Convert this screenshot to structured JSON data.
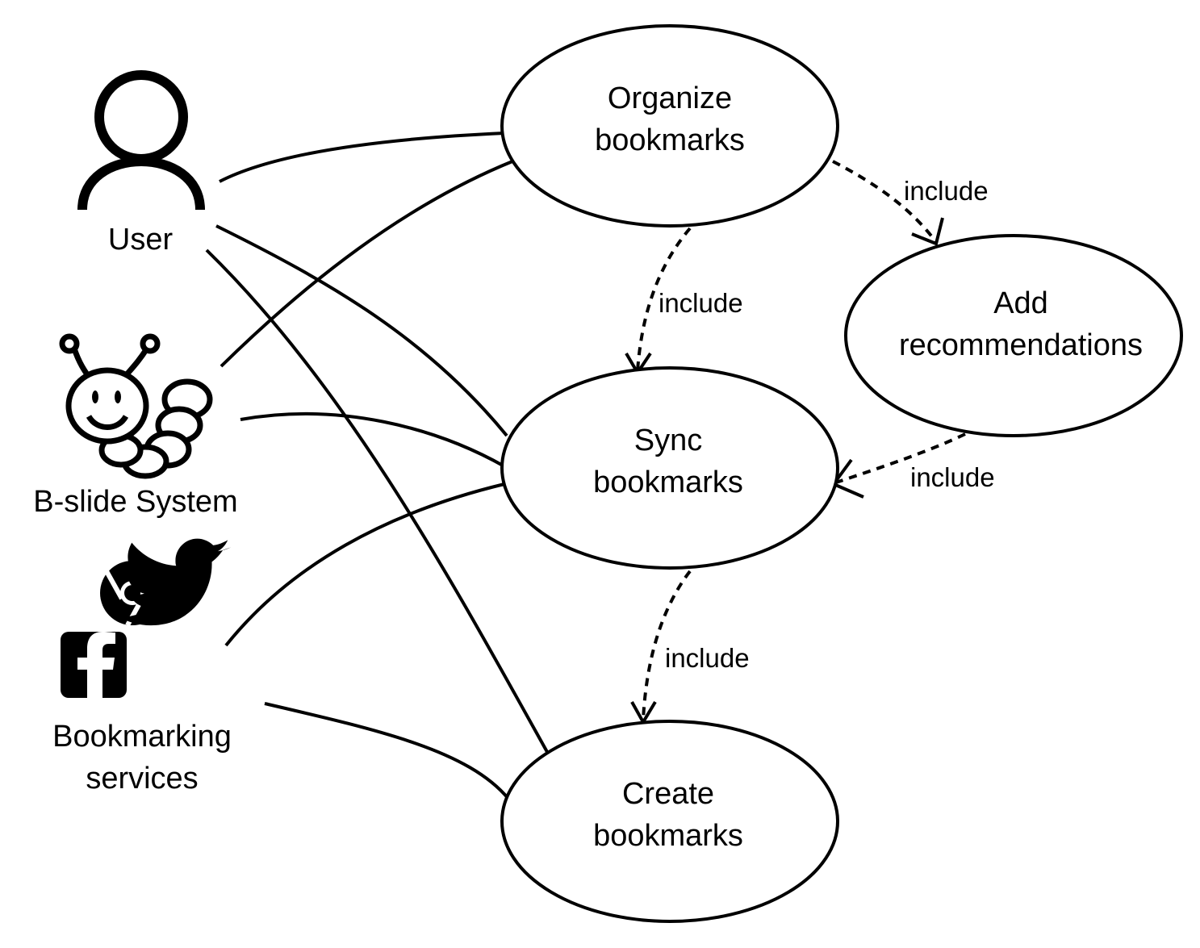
{
  "actors": {
    "user": {
      "label": "User"
    },
    "bslide": {
      "label": "B-slide System"
    },
    "services": {
      "line1": "Bookmarking",
      "line2": "services"
    }
  },
  "use_cases": {
    "organize": {
      "line1": "Organize",
      "line2": "bookmarks"
    },
    "add_recs": {
      "line1": "Add",
      "line2": "recommendations"
    },
    "sync": {
      "line1": "Sync",
      "line2": "bookmarks"
    },
    "create": {
      "line1": "Create",
      "line2": "bookmarks"
    }
  },
  "relations": {
    "organize_to_add": "include",
    "organize_to_sync": "include",
    "add_to_sync": "include",
    "sync_to_create": "include"
  },
  "icons": [
    "user-icon",
    "caterpillar-icon",
    "chrome-icon",
    "facebook-icon",
    "twitter-icon"
  ],
  "colors": {
    "ink": "#000000",
    "background": "#ffffff"
  }
}
